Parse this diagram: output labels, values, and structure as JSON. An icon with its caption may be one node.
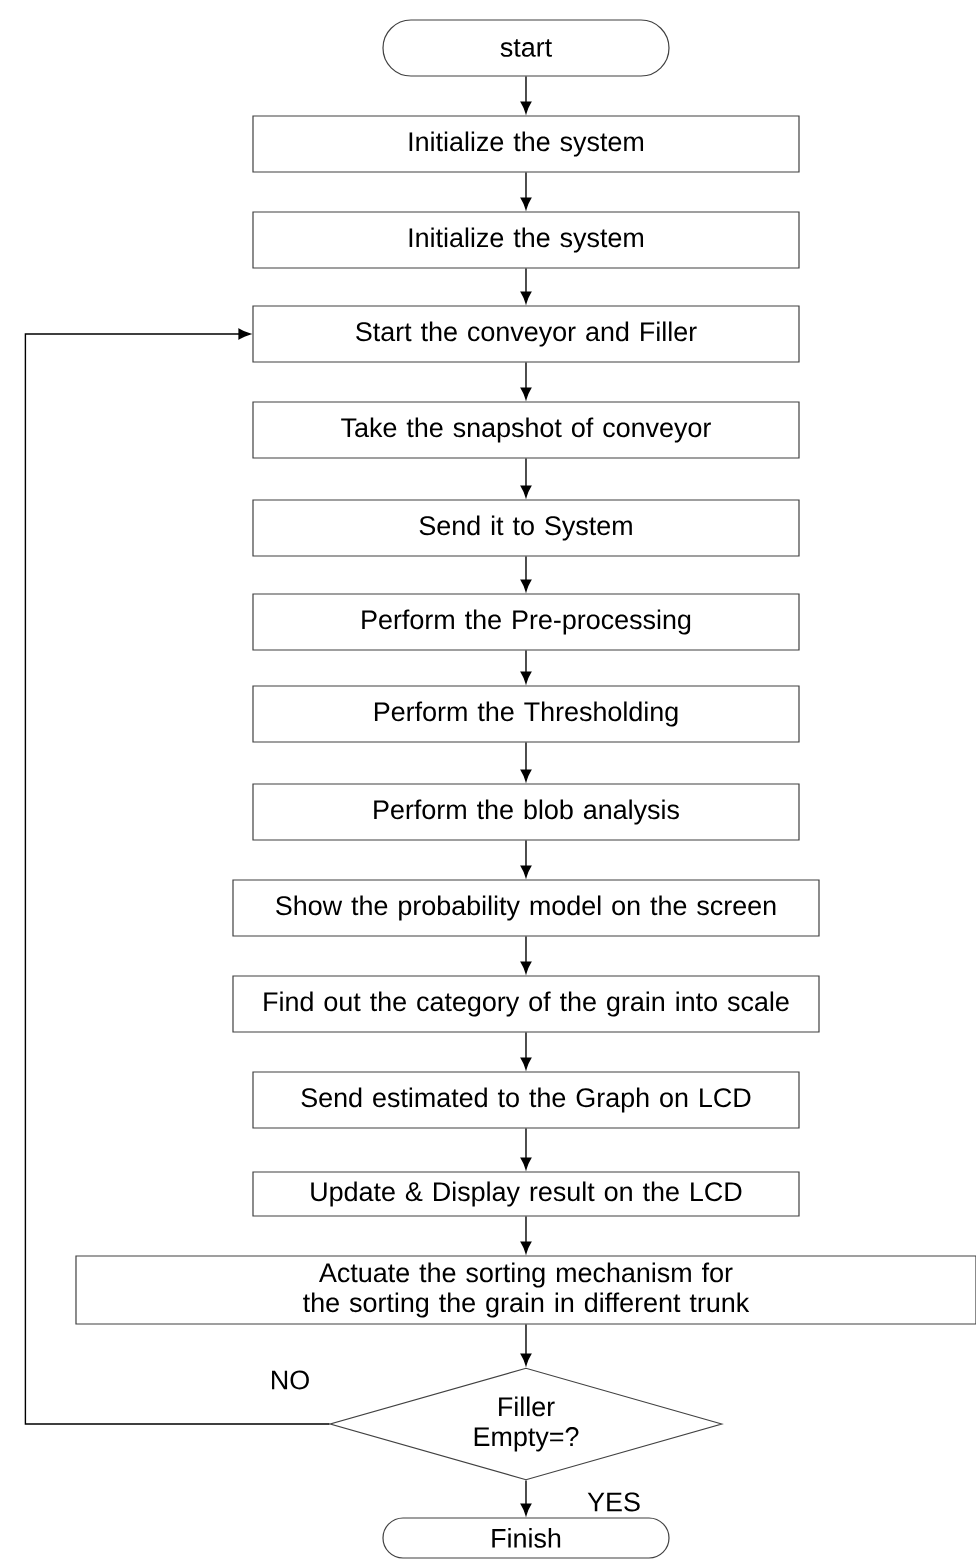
{
  "diagram": {
    "nodes": [
      {
        "text": [
          "start"
        ]
      },
      {
        "text": [
          "Initialize the system"
        ]
      },
      {
        "text": [
          "Initialize the system"
        ]
      },
      {
        "text": [
          "Start the conveyor and Filler"
        ]
      },
      {
        "text": [
          "Take the snapshot of conveyor"
        ]
      },
      {
        "text": [
          "Send it to System"
        ]
      },
      {
        "text": [
          "Perform the Pre-processing"
        ]
      },
      {
        "text": [
          "Perform the Thresholding"
        ]
      },
      {
        "text": [
          "Perform the blob analysis"
        ]
      },
      {
        "text": [
          "Show the probability model on the screen"
        ]
      },
      {
        "text": [
          "Find out the category of the grain into scale"
        ]
      },
      {
        "text": [
          "Send estimated to the Graph on LCD"
        ]
      },
      {
        "text": [
          "Update & Display result on the LCD"
        ]
      },
      {
        "text": [
          "Actuate the sorting mechanism for the sorting the grain in different trunk"
        ]
      },
      {
        "text": [
          "Filler Empty=?"
        ]
      },
      {
        "text": [
          "Finish"
        ]
      }
    ],
    "edges": [
      {
        "from": 0,
        "to": 1,
        "arrow": "to"
      },
      {
        "from": 1,
        "to": 2,
        "arrow": "to"
      },
      {
        "from": 2,
        "to": 3,
        "arrow": "to"
      },
      {
        "from": 3,
        "to": 4,
        "arrow": "to"
      },
      {
        "from": 4,
        "to": 5,
        "arrow": "to"
      },
      {
        "from": 5,
        "to": 6,
        "arrow": "to"
      },
      {
        "from": 6,
        "to": 7,
        "arrow": "to"
      },
      {
        "from": 7,
        "to": 8,
        "arrow": "to"
      },
      {
        "from": 8,
        "to": 9,
        "arrow": "to"
      },
      {
        "from": 9,
        "to": 10,
        "arrow": "to"
      },
      {
        "from": 10,
        "to": 11,
        "arrow": "to"
      },
      {
        "from": 11,
        "to": 12,
        "arrow": "to"
      },
      {
        "from": 12,
        "to": 13,
        "arrow": "to"
      },
      {
        "from": 13,
        "to": 14,
        "arrow": "to"
      },
      {
        "from": 14,
        "to": 15,
        "arrow": "to",
        "label": "YES"
      },
      {
        "from": 14,
        "to": 3,
        "arrow": "to",
        "label": "NO"
      }
    ]
  }
}
